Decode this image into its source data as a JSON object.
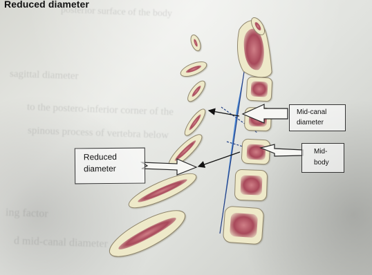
{
  "page": {
    "top_title": "Reduced diameter",
    "background_text": [
      "posterior surface of the body",
      "sagittal diameter",
      "to the postero-inferior corner of the",
      "spinous process of vertebra below",
      "ing factor",
      "d mid-canal diameter"
    ]
  },
  "labels": {
    "reduced_diameter": [
      "Reduced",
      "diameter"
    ],
    "mid_canal_diameter": [
      "Mid-canal",
      "diameter"
    ],
    "mid_body": [
      "Mid-",
      "body"
    ]
  },
  "colors": {
    "bone_fill": "#eee9c9",
    "bone_core": "#a94c5a",
    "blue_triangle": "#3b7fd4",
    "arrow_black": "#111111"
  }
}
